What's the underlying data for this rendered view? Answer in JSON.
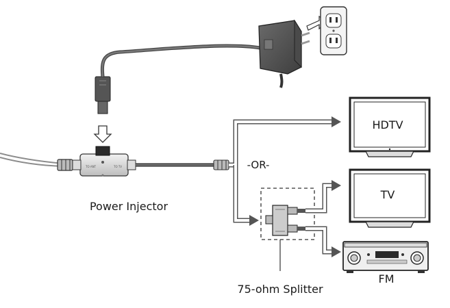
{
  "labels": {
    "power_injector": "Power Injector",
    "or": "-OR-",
    "splitter": "75-ohm Splitter",
    "hdtv": "HDTV",
    "tv": "TV",
    "fm": "FM"
  },
  "colors": {
    "ink": "#1a1a1a",
    "cable_dark": "#3a3a3a",
    "cable_light": "#8c8c8c",
    "device_body": "#e6e6e6",
    "adapter_body": "#5a5a5a"
  },
  "icons": {
    "wall_outlet": "wall-outlet-icon",
    "power_adapter": "power-adapter-icon",
    "coax_connector": "coax-connector-icon",
    "splitter": "splitter-icon",
    "television": "television-icon",
    "receiver": "receiver-icon"
  }
}
